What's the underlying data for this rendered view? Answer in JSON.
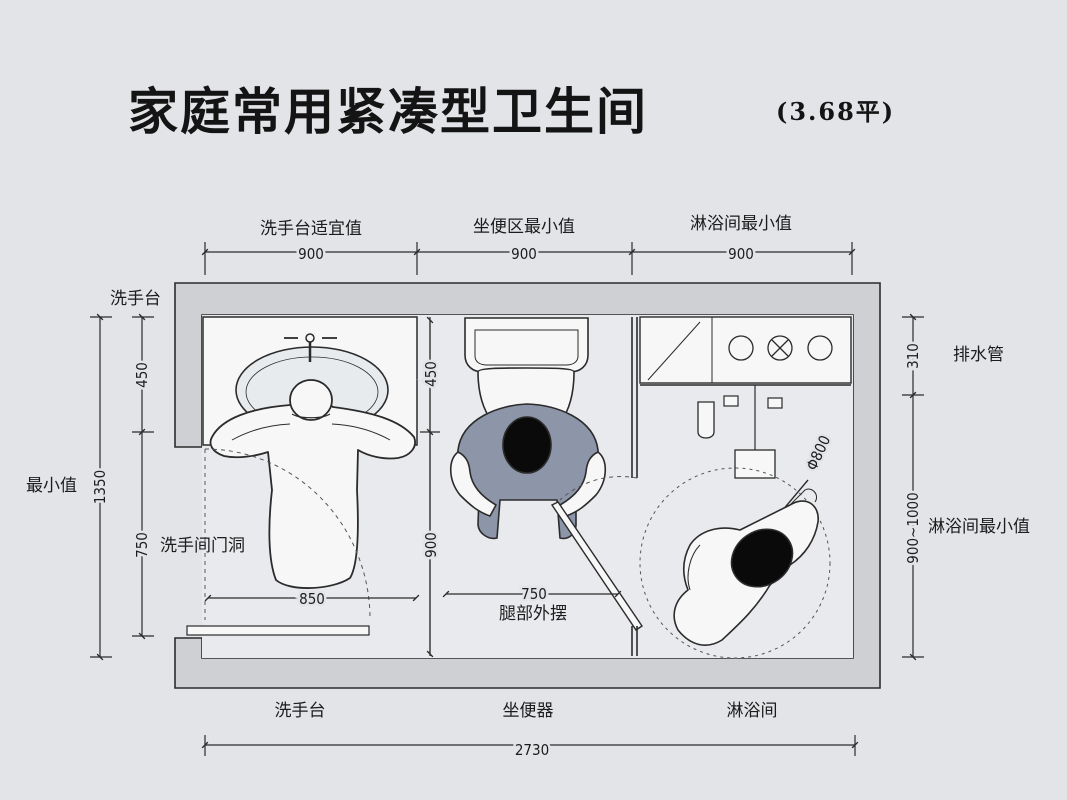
{
  "title": "家庭常用紧凑型卫生间",
  "subtitle": "(3.68平)",
  "top_labels": {
    "basin_zone": "洗手台适宜值",
    "toilet_zone": "坐便区最小值",
    "shower_zone": "淋浴间最小值"
  },
  "top_dims": {
    "basin": "900",
    "toilet": "900",
    "shower": "900"
  },
  "left_labels": {
    "basin_top": "洗手台",
    "min_value": "最小值",
    "door_opening": "洗手间门洞"
  },
  "left_dims": {
    "total": "1350",
    "upper": "450",
    "lower": "750"
  },
  "inner_dims": {
    "toilet_upper": "450",
    "toilet_lower": "900",
    "basin_width": "850",
    "leg_swing": "750",
    "shower_circle": "Φ800"
  },
  "inner_labels": {
    "leg_swing": "腿部外摆"
  },
  "right_dims": {
    "drain": "310",
    "shower_depth": "900~1000"
  },
  "right_labels": {
    "drain": "排水管",
    "shower_min": "淋浴间最小值"
  },
  "bottom_labels": {
    "basin": "洗手台",
    "toilet": "坐便器",
    "shower": "淋浴间"
  },
  "bottom_dims": {
    "total": "2730"
  },
  "colors": {
    "background": "#e2e4e8",
    "wall": "#cfd0d4",
    "floor": "#e9eaed",
    "fixture": "#f7f7f8",
    "line": "#2b2b2b",
    "person_shirt": "#8c96a8",
    "head": "#0a0a0a"
  }
}
